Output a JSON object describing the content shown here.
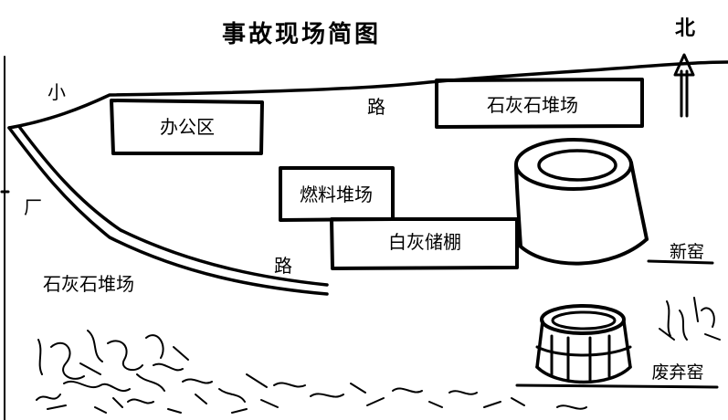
{
  "title": "事故现场简图",
  "compass": {
    "label": "北",
    "icon": "north-arrow-icon"
  },
  "road": {
    "char_xiao": "小",
    "char_chang": "厂",
    "char_lu_top": "路",
    "char_lu_bottom": "路"
  },
  "areas": {
    "office": "办公区",
    "fuel_yard": "燃料堆场",
    "lime_shed": "白灰储棚",
    "limestone_yard_right": "石灰石堆场",
    "limestone_yard_left": "石灰石堆场"
  },
  "kilns": {
    "new_kiln": "新窑",
    "abandoned_kiln": "废弃窑",
    "new_kiln_icon": "kiln-icon",
    "abandoned_kiln_icon": "abandoned-kiln-icon"
  },
  "colors": {
    "ink": "#000000",
    "background": "#ffffff"
  }
}
